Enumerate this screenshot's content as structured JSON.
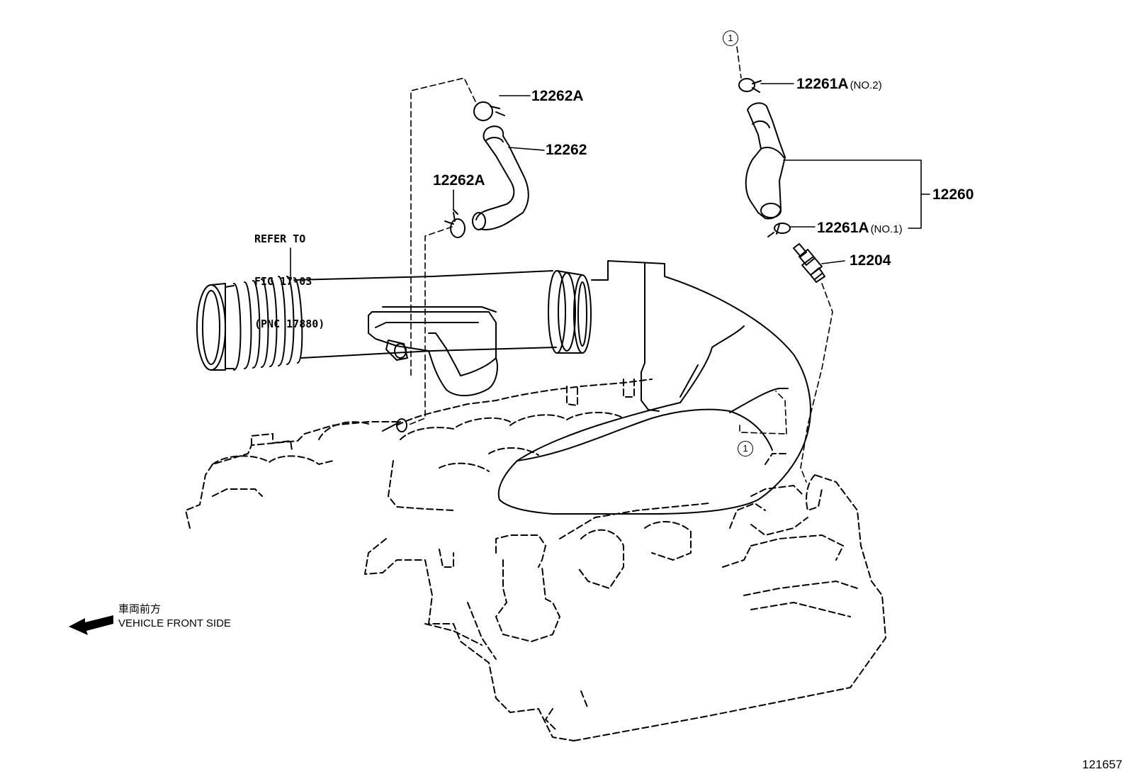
{
  "labels": {
    "p12262a_top": "12262A",
    "p12262": "12262",
    "p12262a_left": "12262A",
    "p12261a_no2": "12261A",
    "p12261a_no2_sub": "(NO.2)",
    "p12260": "12260",
    "p12261a_no1": "12261A",
    "p12261a_no1_sub": "(NO.1)",
    "p12204": "12204"
  },
  "refer": {
    "line1": "REFER TO",
    "line2": "FIG 17-03",
    "line3": "(PNC 17880)"
  },
  "callouts": {
    "top": "1",
    "bottom": "1"
  },
  "front": {
    "japanese": "車両前方",
    "english": "VEHICLE FRONT SIDE"
  },
  "figure_number": "121657"
}
